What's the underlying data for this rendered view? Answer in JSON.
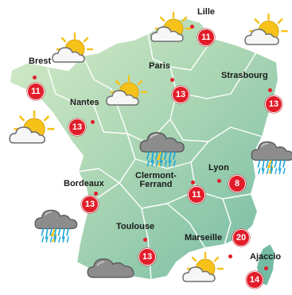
{
  "colors": {
    "land_light": "#d7ecc9",
    "land_mid": "#a9d5b3",
    "land_dark": "#74bba5",
    "border": "#ffffff",
    "badge": "#e21d2a",
    "sun": "#f6c21a",
    "cloud": "#f2f2f2",
    "rain": "#1fa7d9",
    "storm_bolt": "#f6c21a"
  },
  "cities": [
    {
      "id": "lille",
      "label": "Lille",
      "temp": "11",
      "weather": "sun-cloud-icon"
    },
    {
      "id": "brest",
      "label": "Brest",
      "temp": "11",
      "weather": "sun-cloud-icon"
    },
    {
      "id": "paris",
      "label": "Paris",
      "temp": "13",
      "weather": "sun-cloud-icon"
    },
    {
      "id": "strasbourg",
      "label": "Strasbourg",
      "temp": "13",
      "weather": "sun-cloud-icon"
    },
    {
      "id": "nantes",
      "label": "Nantes",
      "temp": "13",
      "weather": "sun-cloud-icon"
    },
    {
      "id": "lyon",
      "label": "Lyon",
      "temp": "8",
      "weather": "storm-rain-icon"
    },
    {
      "id": "clermont",
      "label_line1": "Clermont-",
      "label_line2": "Ferrand",
      "temp": "11",
      "weather": "storm-rain-icon"
    },
    {
      "id": "bordeaux",
      "label": "Bordeaux",
      "temp": "13",
      "weather": "storm-rain-icon"
    },
    {
      "id": "toulouse",
      "label": "Toulouse",
      "temp": "13",
      "weather": "cloud-icon"
    },
    {
      "id": "marseille",
      "label": "Marseille",
      "temp": "20",
      "weather": "sun-cloud-icon"
    },
    {
      "id": "ajaccio",
      "label": "Ajaccio",
      "temp": "14",
      "weather": "sun-cloud-icon"
    }
  ]
}
